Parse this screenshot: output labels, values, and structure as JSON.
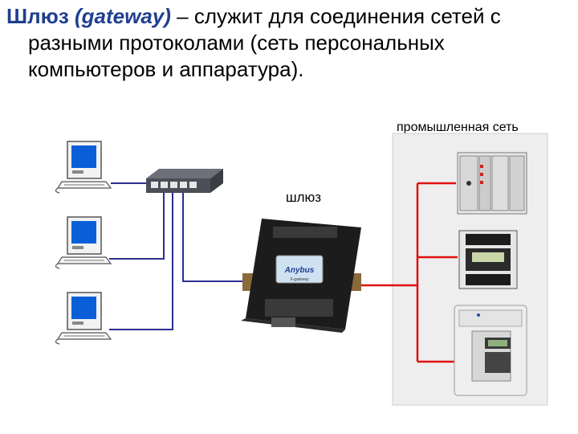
{
  "heading": {
    "term": "Шлюз",
    "term_en": "(gateway)",
    "line1_rest": " – служит для соединения сетей с",
    "line2": "разными протоколами (сеть персональных",
    "line3": "компьютеров и аппаратура)."
  },
  "labels": {
    "industrial_network": "промышленная сеть",
    "gateway": "шлюз"
  },
  "gateway_device": {
    "brand": "Anybus",
    "sub": "X-gateway"
  },
  "colors": {
    "heading_accent": "#1f3f8f",
    "pc_network_line": "#2b2f8f",
    "industrial_line": "#e01010"
  }
}
